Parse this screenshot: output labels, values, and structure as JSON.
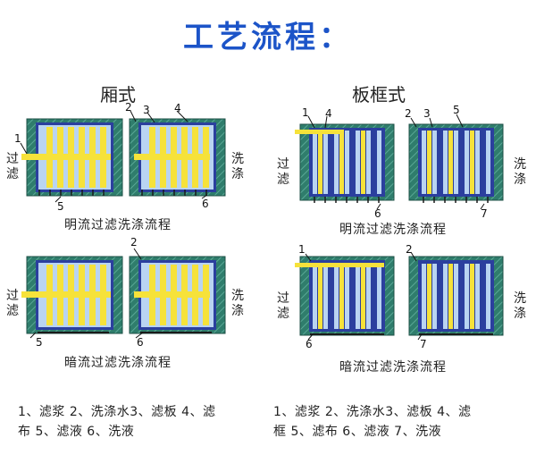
{
  "title": "工艺流程：",
  "left_heading": "厢式",
  "right_heading": "板框式",
  "left_top_caption": "明流过滤洗涤流程",
  "left_bottom_caption": "暗流过滤洗涤流程",
  "right_top_caption": "明流过滤洗涤流程",
  "right_bottom_caption": "暗流过滤洗涤流程",
  "filter_label": "过\n滤",
  "wash_label": "洗\n涤",
  "callouts": {
    "n1": "1",
    "n2": "2",
    "n3": "3",
    "n4": "4",
    "n5": "5",
    "n6": "6",
    "n7": "7"
  },
  "left_legend": [
    "1、滤浆 2、洗涤水3、滤板 4、滤",
    "布 5、滤液 6、洗液"
  ],
  "right_legend": [
    "1、滤浆 2、洗涤水3、滤板 4、滤",
    "框 5、滤布 6、滤液 7、洗液"
  ],
  "colors": {
    "title": "#1c54c8",
    "frame_green": "#2f7d6c",
    "plate_blue": "#2b3f9e",
    "slurry_yellow": "#f6e23a",
    "cloth_lightblue": "#b9d4f2"
  }
}
